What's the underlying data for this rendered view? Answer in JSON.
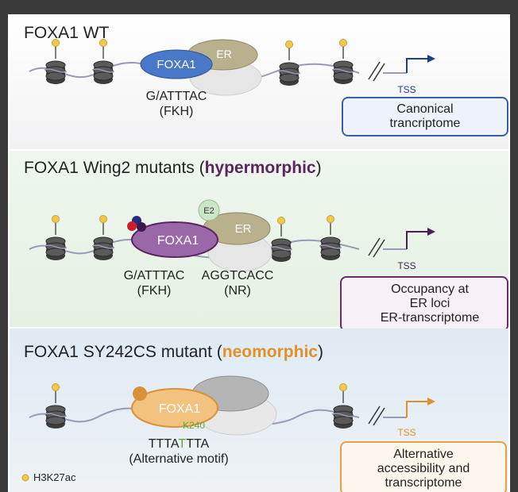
{
  "panels": [
    {
      "title": "FOXA1 WT",
      "protein_label": "FOXA1",
      "partner_label": "ER",
      "motif": "G/ATTTAC",
      "motif_class": "(FKH)",
      "tss_label": "TSS",
      "outcome_lines": [
        "Canonical",
        "trancriptome"
      ],
      "colors": {
        "foxa1": "#4a78c8",
        "box_border": "#3a5fa8",
        "box_fill": "#eef3fb",
        "tss": "#1d3f8a"
      }
    },
    {
      "title_prefix": "FOXA1 Wing2 mutants (",
      "title_highlight": "hypermorphic",
      "title_suffix": ")",
      "protein_label": "FOXA1",
      "partner_label": "ER",
      "ligand_label": "E2",
      "motif": "G/ATTTAC",
      "motif_class": "(FKH)",
      "motif2": "AGGTCACC",
      "motif2_class": "(NR)",
      "tss_label": "TSS",
      "outcome_lines": [
        "Occupancy at",
        "ER loci",
        "ER-transcriptome"
      ],
      "colors": {
        "foxa1": "#9a68a8",
        "box_border": "#6a2a6e",
        "box_fill": "#f7f0f7",
        "tss": "#4a1f55"
      }
    },
    {
      "title_prefix": "FOXA1 SY242CS mutant (",
      "title_highlight": "neomorphic",
      "title_suffix": ")",
      "protein_label": "FOXA1",
      "residue_label": "K240",
      "motif_parts": [
        "TTTA",
        "T",
        "TTA"
      ],
      "motif_class": "(Alternative motif)",
      "tss_label": "TSS",
      "outcome_lines": [
        "Alternative",
        "accessibility and",
        "transcriptome"
      ],
      "colors": {
        "foxa1": "#f3c27e",
        "box_border": "#e3a14a",
        "box_fill": "#fdf6ec",
        "tss": "#e0912a",
        "mutant_base": "#5aa83c"
      }
    }
  ],
  "legend": {
    "label": "H3K27ac",
    "color": "#f2c94c"
  }
}
